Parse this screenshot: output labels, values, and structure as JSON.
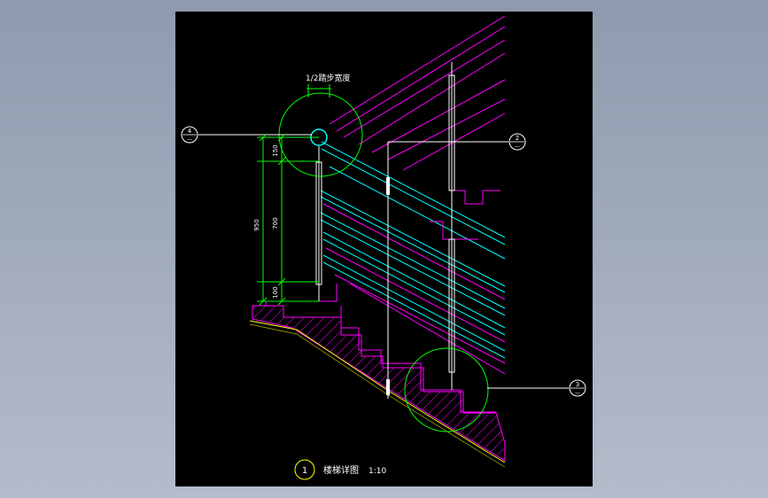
{
  "drawing": {
    "title": "楼梯详图",
    "scale": "1:10",
    "detail_number": "1",
    "top_label": "1/2踏步宽度",
    "dimensions": {
      "overall": "950",
      "top_segment": "150",
      "middle_segment": "700",
      "bottom_segment": "100"
    },
    "callouts": [
      {
        "number": "4",
        "sheet": "—"
      },
      {
        "number": "2",
        "sheet": "—"
      },
      {
        "number": "3",
        "sheet": "—"
      }
    ]
  },
  "colors": {
    "background": "#000000",
    "dimension": "#00ff00",
    "rail": "#00ffff",
    "stair": "#ff00ff",
    "hatch": "#ff00ff",
    "ground": "#ffff00",
    "line": "#ffffff",
    "detail_circle": "#ffff00"
  }
}
